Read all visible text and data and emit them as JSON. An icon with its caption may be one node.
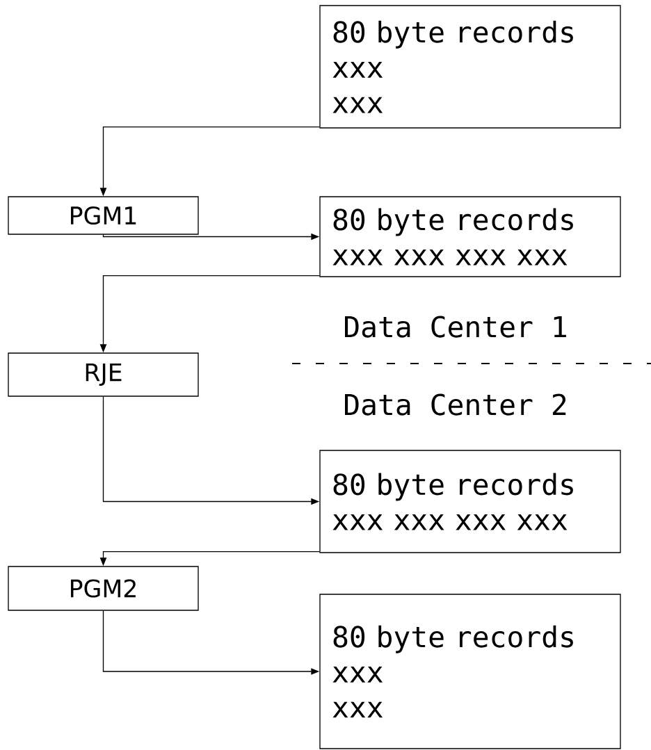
{
  "diagram": {
    "nodes": [
      {
        "text": [
          "80 byte records",
          "xxx",
          "xxx"
        ]
      },
      {
        "text": [
          "PGM1"
        ]
      },
      {
        "text": [
          "80 byte records",
          "xxx xxx xxx xxx"
        ]
      },
      {
        "text": [
          "RJE"
        ]
      },
      {
        "text": [
          "80 byte records",
          "xxx xxx xxx xxx"
        ]
      },
      {
        "text": [
          "PGM2"
        ]
      },
      {
        "text": [
          "80 byte records",
          "xxx",
          "xxx"
        ]
      }
    ],
    "edges": [
      {
        "from": 0,
        "to": 1,
        "arrow": "to"
      },
      {
        "from": 1,
        "to": 2,
        "arrow": "to"
      },
      {
        "from": 2,
        "to": 3,
        "arrow": "to"
      },
      {
        "from": 3,
        "to": 4,
        "arrow": "to"
      },
      {
        "from": 4,
        "to": 5,
        "arrow": "to"
      },
      {
        "from": 5,
        "to": 6,
        "arrow": "to"
      }
    ],
    "labels": [
      "Data Center 1",
      "Data Center 2"
    ]
  }
}
